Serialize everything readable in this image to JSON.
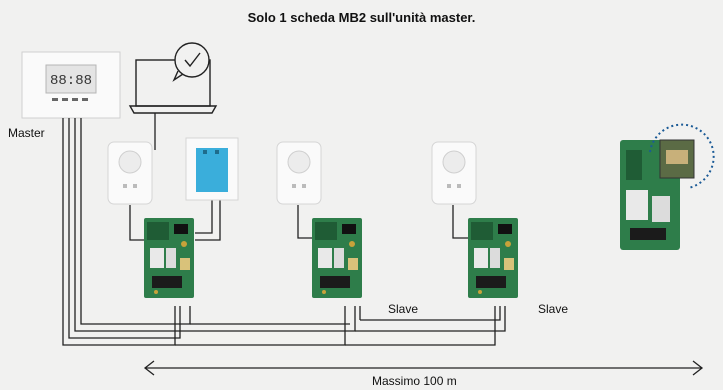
{
  "title": "Solo 1 scheda MB2 sull'unità master.",
  "labels": {
    "master": "Master",
    "slave_1": "Slave",
    "slave_2": "Slave",
    "distance": "Massimo 100 m"
  },
  "display_value": "88:88",
  "icons": {
    "laptop": "laptop-icon",
    "check": "checkmark-bubble-icon",
    "distance_arrow": "double-arrow-icon"
  },
  "colors": {
    "background": "#f1f1f0",
    "board": "#2e7d4a",
    "wire": "#222222",
    "highlight": "#1a5a96",
    "remote_blue": "#3aaedb"
  }
}
